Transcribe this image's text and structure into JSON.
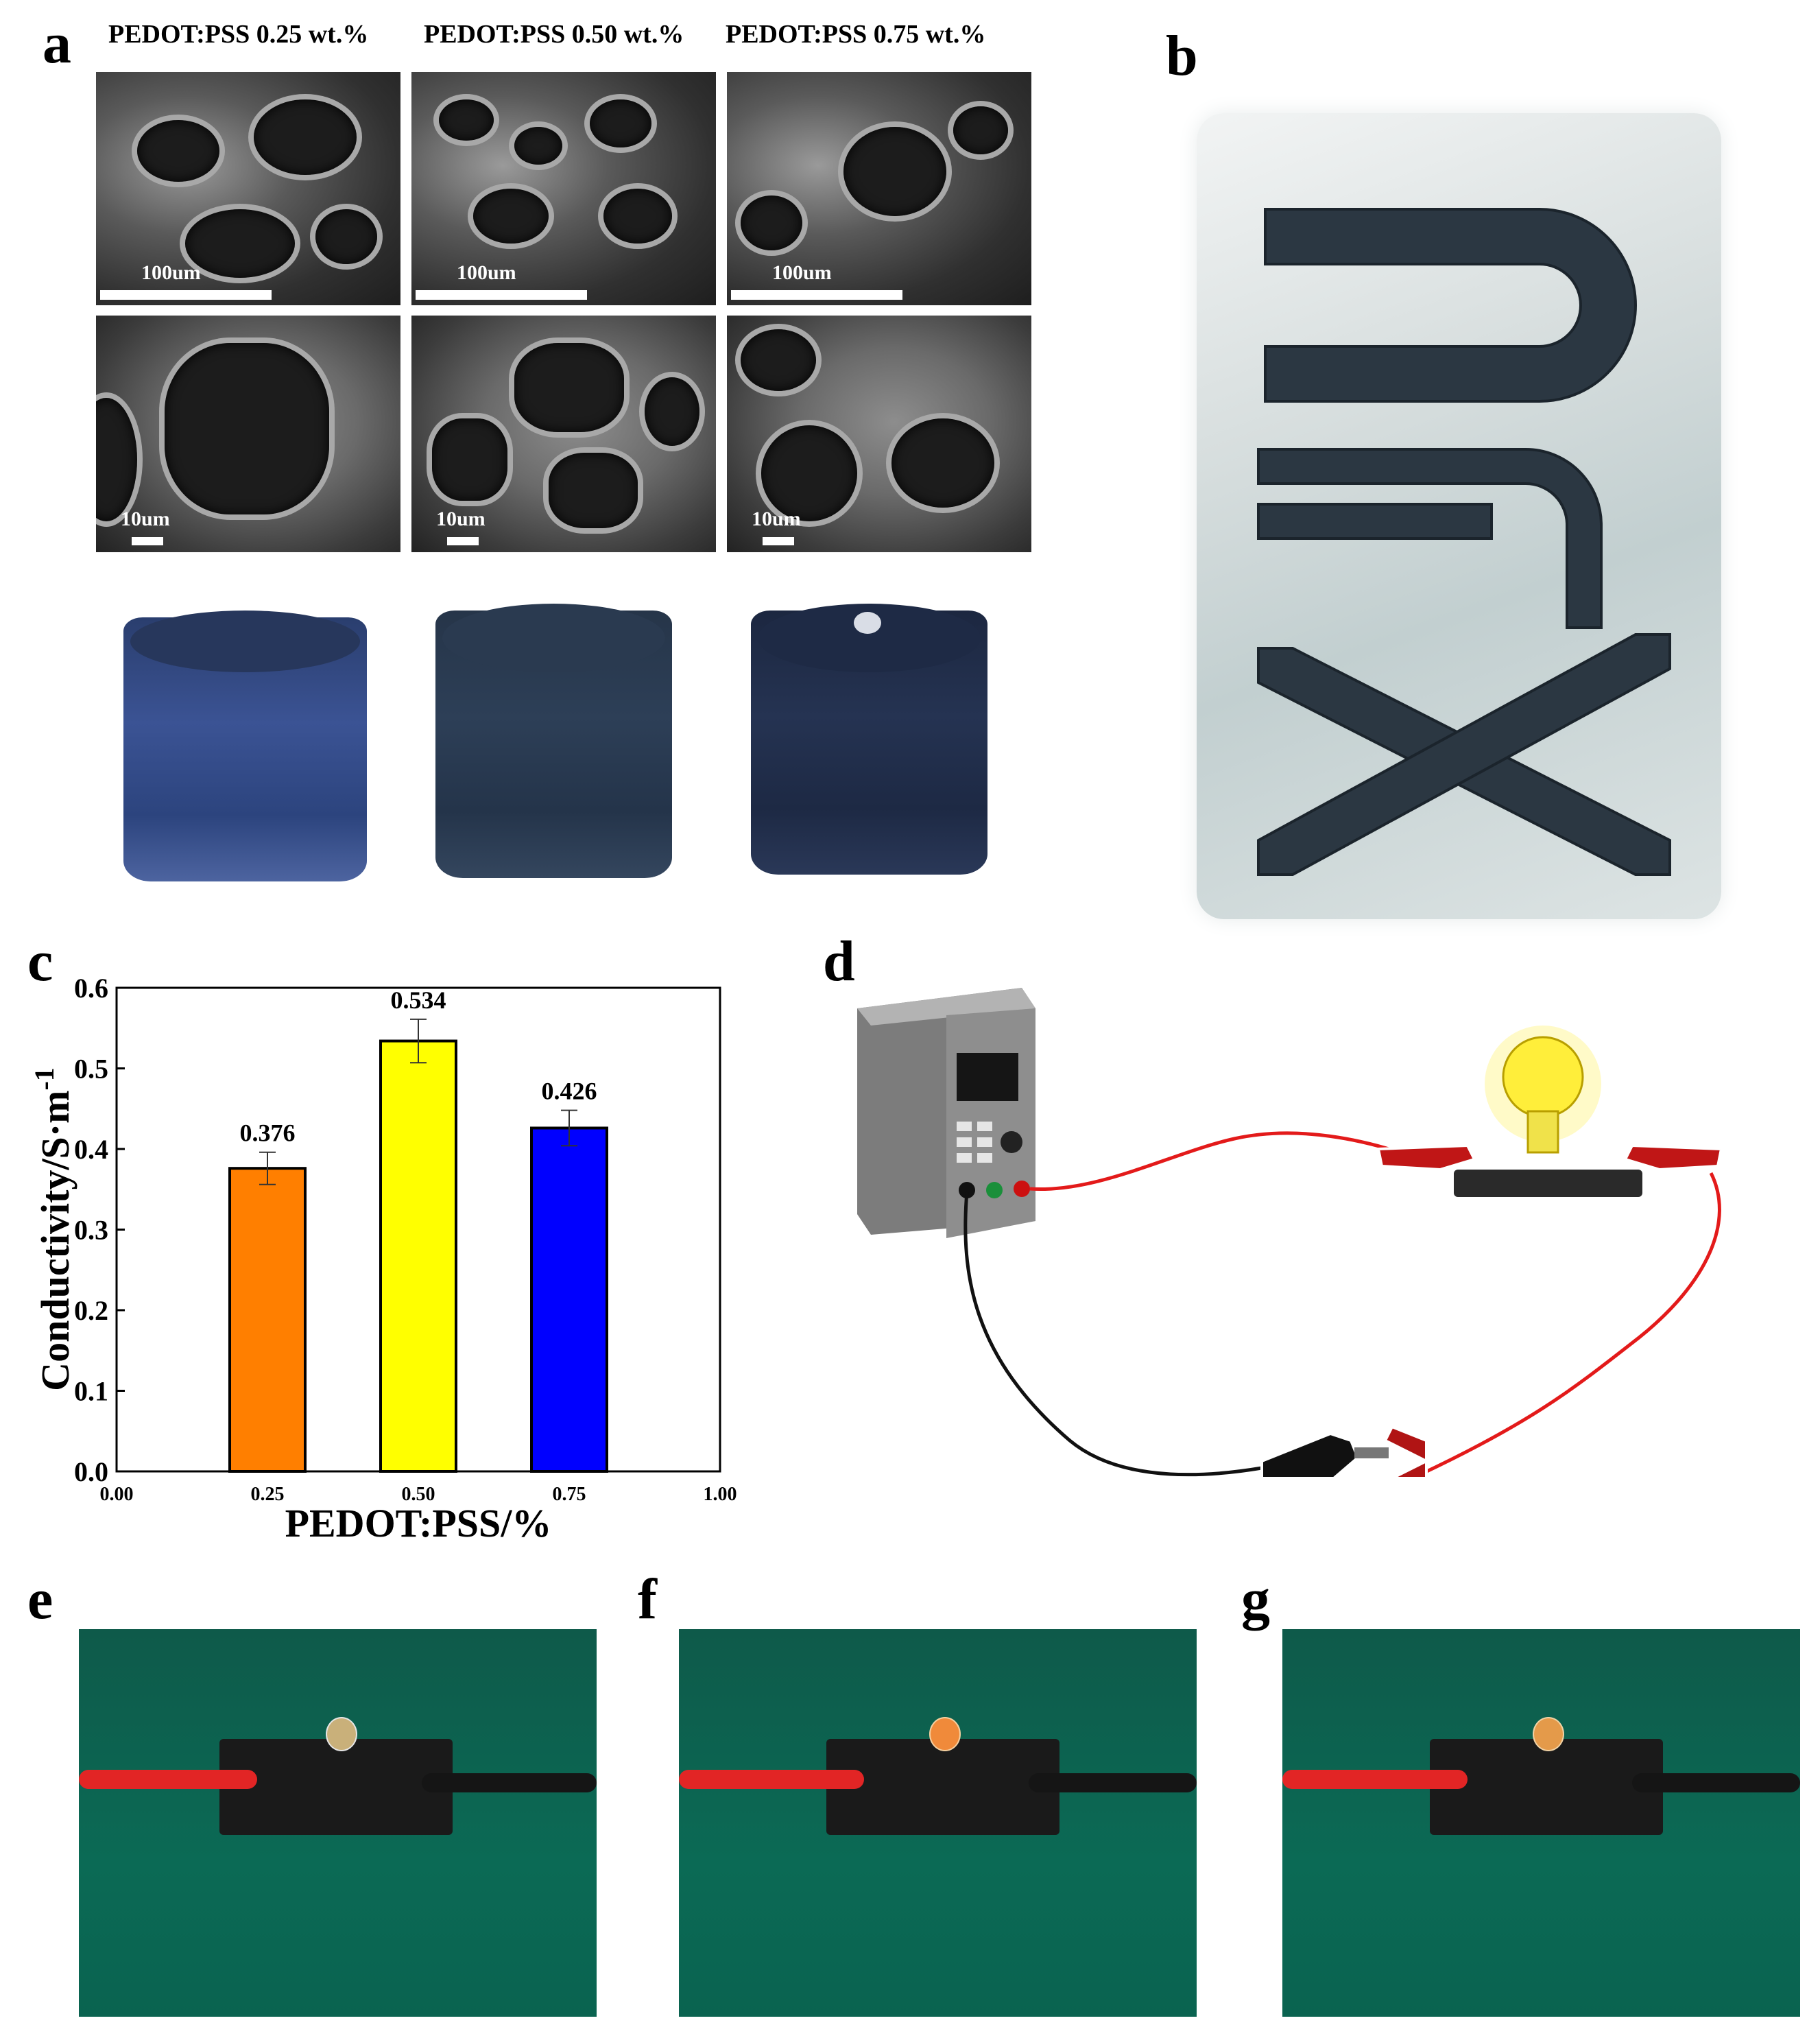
{
  "panels": {
    "a": "a",
    "b": "b",
    "c": "c",
    "d": "d",
    "e": "e",
    "f": "f",
    "g": "g"
  },
  "panel_a": {
    "titles": [
      "PEDOT:PSS 0.25 wt.%",
      "PEDOT:PSS 0.50 wt.%",
      "PEDOT:PSS 0.75 wt.%"
    ],
    "scale_top": "100um",
    "scale_bottom": "10um"
  },
  "panel_b": {
    "letters": "XJU"
  },
  "chart_data": {
    "type": "bar",
    "categories": [
      "0.25",
      "0.50",
      "0.75"
    ],
    "values": [
      0.376,
      0.534,
      0.426
    ],
    "errors": [
      0.02,
      0.027,
      0.022
    ],
    "value_labels": [
      "0.376",
      "0.534",
      "0.426"
    ],
    "colors": [
      "#ff7f00",
      "#ffff00",
      "#0000ff"
    ],
    "xlabel": "PEDOT:PSS/%",
    "ylabel_base": "Conductivity/S·m",
    "ylabel_sup": "-1",
    "xlim": [
      0,
      1
    ],
    "ylim": [
      0,
      0.6
    ],
    "xticks": [
      "0.00",
      "0.25",
      "0.50",
      "0.75",
      "1.00"
    ],
    "yticks": [
      "0.0",
      "0.1",
      "0.2",
      "0.3",
      "0.4",
      "0.5",
      "0.6"
    ],
    "grid": false,
    "legend": "none"
  }
}
